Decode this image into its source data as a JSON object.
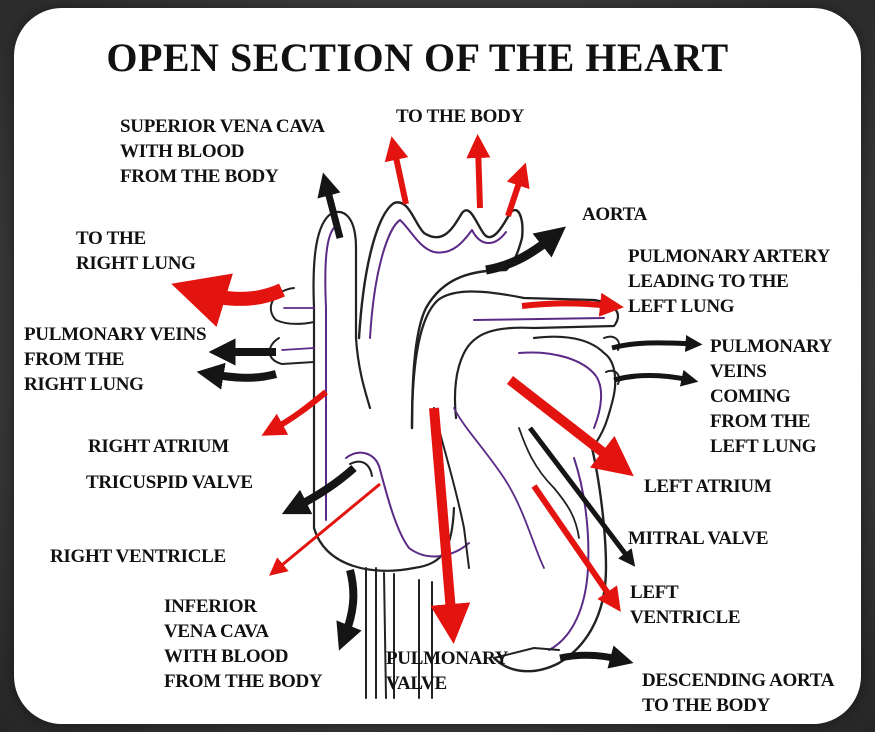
{
  "title": "OPEN SECTION OF THE HEART",
  "colors": {
    "red_arrow": "#e3140f",
    "black_arrow": "#151515",
    "outline_purple": "#5b2a86",
    "background": "#ffffff"
  },
  "labels": {
    "superior_vena_cava": "SUPERIOR VENA CAVA\nWITH BLOOD\nFROM THE BODY",
    "to_the_body_top": "TO THE BODY",
    "aorta": "AORTA",
    "to_right_lung": "TO THE\nRIGHT LUNG",
    "pulmonary_artery": "PULMONARY ARTERY\nLEADING TO THE\nLEFT LUNG",
    "pulmonary_veins_right": "PULMONARY VEINS\nFROM THE\nRIGHT LUNG",
    "pulmonary_veins_left": "PULMONARY\nVEINS\nCOMING\nFROM THE\nLEFT LUNG",
    "right_atrium": "RIGHT ATRIUM",
    "tricuspid_valve": "TRICUSPID VALVE",
    "left_atrium": "LEFT ATRIUM",
    "mitral_valve": "MITRAL VALVE",
    "right_ventricle": "RIGHT VENTRICLE",
    "left_ventricle": "LEFT\nVENTRICLE",
    "inferior_vena_cava": "INFERIOR\nVENA CAVA\nWITH BLOOD\nFROM THE BODY",
    "pulmonary_valve": "PULMONARY\nVALVE",
    "descending_aorta": "DESCENDING AORTA\nTO THE BODY"
  }
}
